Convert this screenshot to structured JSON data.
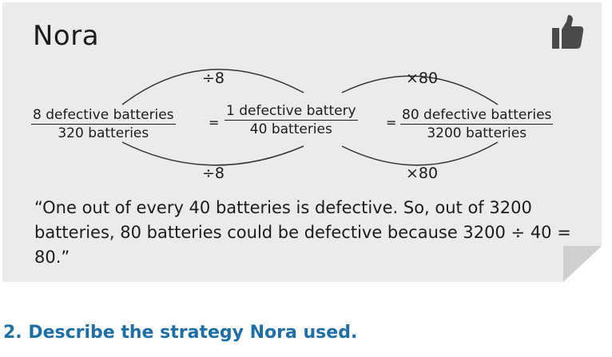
{
  "card": {
    "name": "Nora",
    "icon": "thumbs-up-icon",
    "fractions": [
      {
        "numerator": "8 defective batteries",
        "denominator": "320 batteries"
      },
      {
        "numerator": "1 defective battery",
        "denominator": "40 batteries"
      },
      {
        "numerator": "80 defective batteries",
        "denominator": "3200 batteries"
      }
    ],
    "equals": "=",
    "operations": {
      "top_left": "÷8",
      "bottom_left": "÷8",
      "top_right": "×80",
      "bottom_right": "×80"
    },
    "quote": "“One out of every 40 batteries is defective. So, out of 3200 batteries, 80 batteries could be defective because 3200 ÷ 40 = 80.”"
  },
  "question": {
    "number": "2.",
    "text": "Describe the strategy Nora used."
  },
  "colors": {
    "card_background": "#ebebeb",
    "question_text": "#1d6fa5",
    "icon": "#4a4a4a"
  }
}
